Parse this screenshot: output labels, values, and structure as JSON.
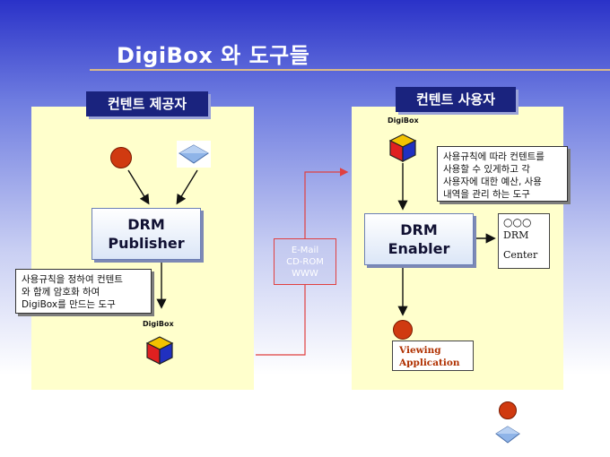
{
  "title": "DigiBox 와 도구들",
  "provider": {
    "label": "컨텐트 제공자",
    "publisher": {
      "line1": "DRM",
      "line2": "Publisher"
    },
    "note": [
      "사용규칙을 정하여 컨텐트",
      "와 함께 암호화 하여",
      "DigiBox를 만드는 도구"
    ],
    "digibox_label": "DigiBox"
  },
  "media": {
    "lines": [
      "E-Mail",
      "CD-ROM",
      "WWW"
    ]
  },
  "consumer": {
    "label": "컨텐트 사용자",
    "digibox_label": "DigiBox",
    "note": [
      "사용규칙에 따라 컨텐트를",
      "사용할 수 있게하고 각",
      "사용자에 대한  예산, 사용",
      "내역을 관리 하는 도구"
    ],
    "enabler": {
      "line1": "DRM",
      "line2": "Enabler"
    },
    "center": {
      "line1": "○○○",
      "line2": "DRM",
      "line3": "Center"
    },
    "viewing": {
      "line1": "Viewing",
      "line2": "Application"
    }
  },
  "colors": {
    "panel": "#ffffcc",
    "label_bg": "#1a237e",
    "red_circle": "#d03a10",
    "diamond": "#8fb4e8",
    "link_line": "#e04040"
  },
  "icons": [
    "red-circle-icon",
    "diamond-icon",
    "digibox-cube-icon"
  ]
}
